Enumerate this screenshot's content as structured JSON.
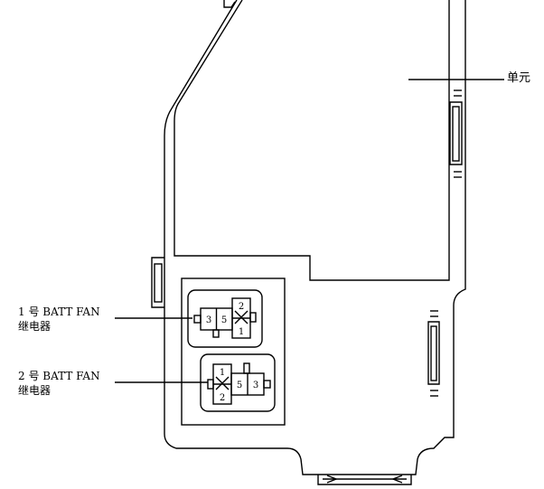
{
  "labels": {
    "unit": "单元",
    "relay1_line1": "1 号 BATT FAN",
    "relay1_line2": "继电器",
    "relay2_line1": "2 号 BATT FAN",
    "relay2_line2": "继电器"
  },
  "relay1": {
    "left_terminals": [
      "3",
      "5"
    ],
    "right_terminals": [
      "2",
      "1"
    ]
  },
  "relay2": {
    "left_terminals": [
      "1",
      "2"
    ],
    "right_terminals": [
      "5",
      "3"
    ]
  },
  "colors": {
    "line": "#000000",
    "background": "#ffffff"
  }
}
